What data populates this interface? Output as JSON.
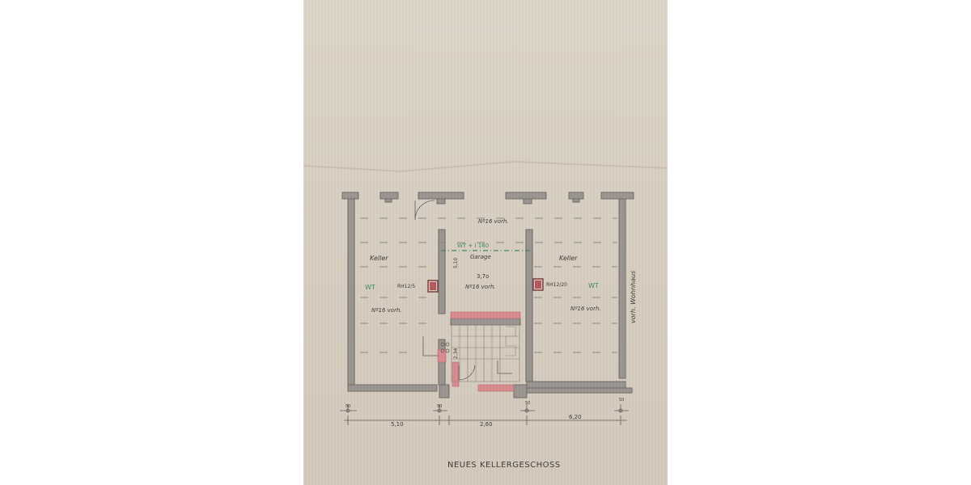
{
  "plan": {
    "title": "NEUES KELLERGESCHOSS",
    "rooms": {
      "left_name": "Keller",
      "left_label": "WT",
      "left_chimney": "RH12/5",
      "left_floor": "Nº16 vorh.",
      "garage_name": "Garage",
      "garage_label": "WT + I 160",
      "garage_dim": "3,7o",
      "garage_floor": "Nº16 vorh.",
      "garage_side_dim": "5,10",
      "right_name": "Keller",
      "right_label": "WT",
      "right_chimney": "RH12/20",
      "right_floor": "Nº16 vorh.",
      "top_floor": "Nº16 vorh.",
      "neighbor": "vorh. Wohnhaus",
      "stair_dim": "2,34"
    },
    "dimensions": {
      "left_width": "5,10",
      "middle_width": "2,60",
      "right_width": "6,20",
      "small_1": "50",
      "small_2": "50",
      "small_3": "50",
      "small_4": "50"
    },
    "colors": {
      "wall": "#9a9590",
      "wall_edge": "#6f6a66",
      "new_wall": "#d98b8f",
      "green_note": "#3f8a55",
      "paper": "#d8cfc2"
    }
  }
}
